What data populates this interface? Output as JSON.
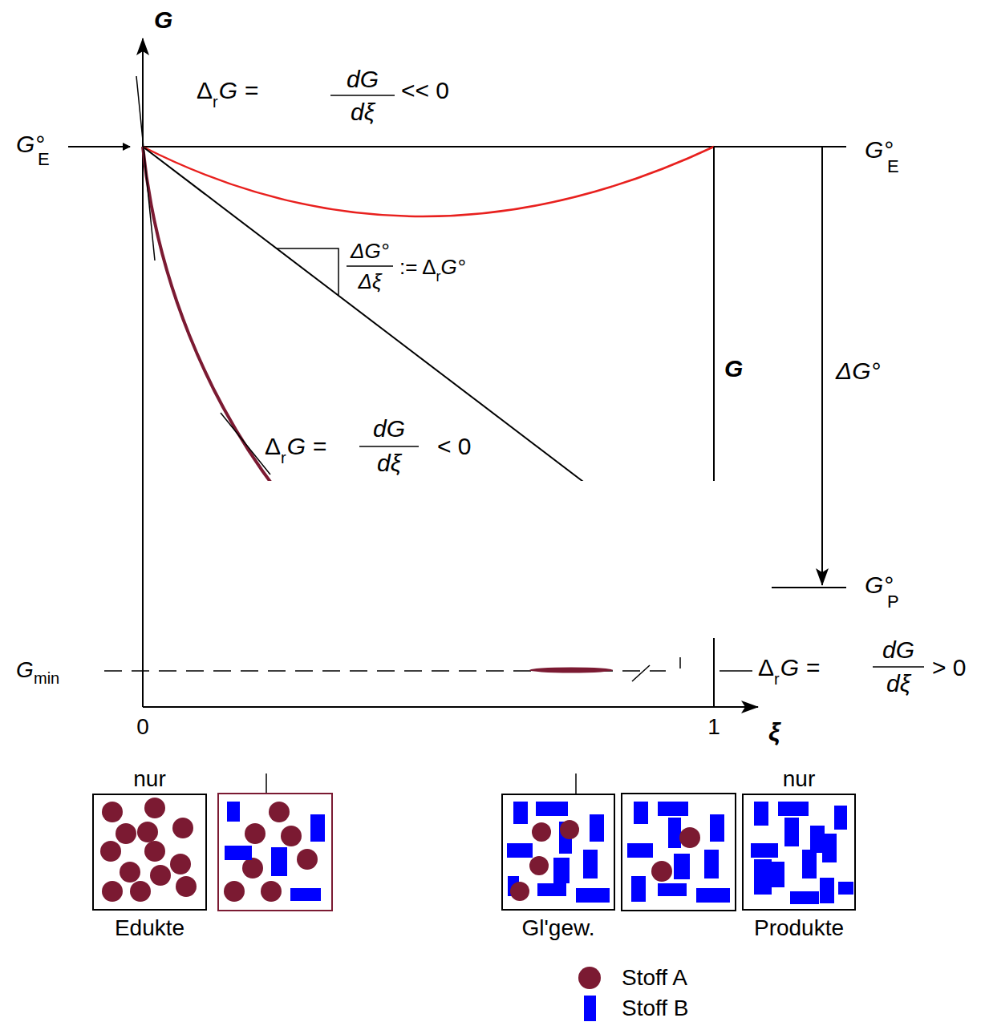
{
  "diagram": {
    "nodes": [
      {
        "text": [
          "nur",
          "Edukte"
        ]
      },
      {
        "text": [
          "Gl'gew."
        ]
      },
      {
        "text": [
          "nur",
          "Produkte"
        ]
      }
    ],
    "labels": [
      "G",
      "G°",
      "E",
      "Δ",
      "r",
      "G =",
      "dG",
      "dξ",
      "<< 0",
      "G°",
      "E",
      "ΔG°",
      "Δξ",
      ":= Δ",
      "r",
      "G°",
      "G",
      "ΔG°",
      "Δ",
      "r",
      "G =",
      "dG",
      "dξ",
      "< 0",
      "G°",
      "P",
      "G",
      "min",
      "Δ",
      "r",
      "G =",
      "dG",
      "dξ",
      "> 0",
      "0",
      "1",
      "ξ"
    ],
    "legend": [
      {
        "text": "Stoff A",
        "color": "#7b1a32"
      },
      {
        "text": "Stoff B",
        "color": "#0000ff"
      }
    ]
  }
}
